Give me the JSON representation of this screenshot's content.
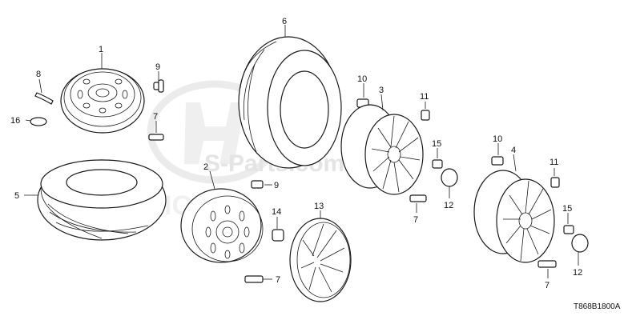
{
  "diagram": {
    "code": "T868B1800A",
    "watermark": "S-Parts.com",
    "callouts": [
      {
        "id": "c1",
        "text": "1"
      },
      {
        "id": "c2",
        "text": "2"
      },
      {
        "id": "c3",
        "text": "3"
      },
      {
        "id": "c4",
        "text": "4"
      },
      {
        "id": "c5",
        "text": "5"
      },
      {
        "id": "c6",
        "text": "6"
      },
      {
        "id": "c7a",
        "text": "7"
      },
      {
        "id": "c7b",
        "text": "7"
      },
      {
        "id": "c7c",
        "text": "7"
      },
      {
        "id": "c7d",
        "text": "7"
      },
      {
        "id": "c8",
        "text": "8"
      },
      {
        "id": "c9a",
        "text": "9"
      },
      {
        "id": "c9b",
        "text": "9"
      },
      {
        "id": "c10a",
        "text": "10"
      },
      {
        "id": "c10b",
        "text": "10"
      },
      {
        "id": "c11a",
        "text": "11"
      },
      {
        "id": "c11b",
        "text": "11"
      },
      {
        "id": "c12a",
        "text": "12"
      },
      {
        "id": "c12b",
        "text": "12"
      },
      {
        "id": "c13",
        "text": "13"
      },
      {
        "id": "c14",
        "text": "14"
      },
      {
        "id": "c15a",
        "text": "15"
      },
      {
        "id": "c15b",
        "text": "15"
      },
      {
        "id": "c16",
        "text": "16"
      }
    ]
  }
}
